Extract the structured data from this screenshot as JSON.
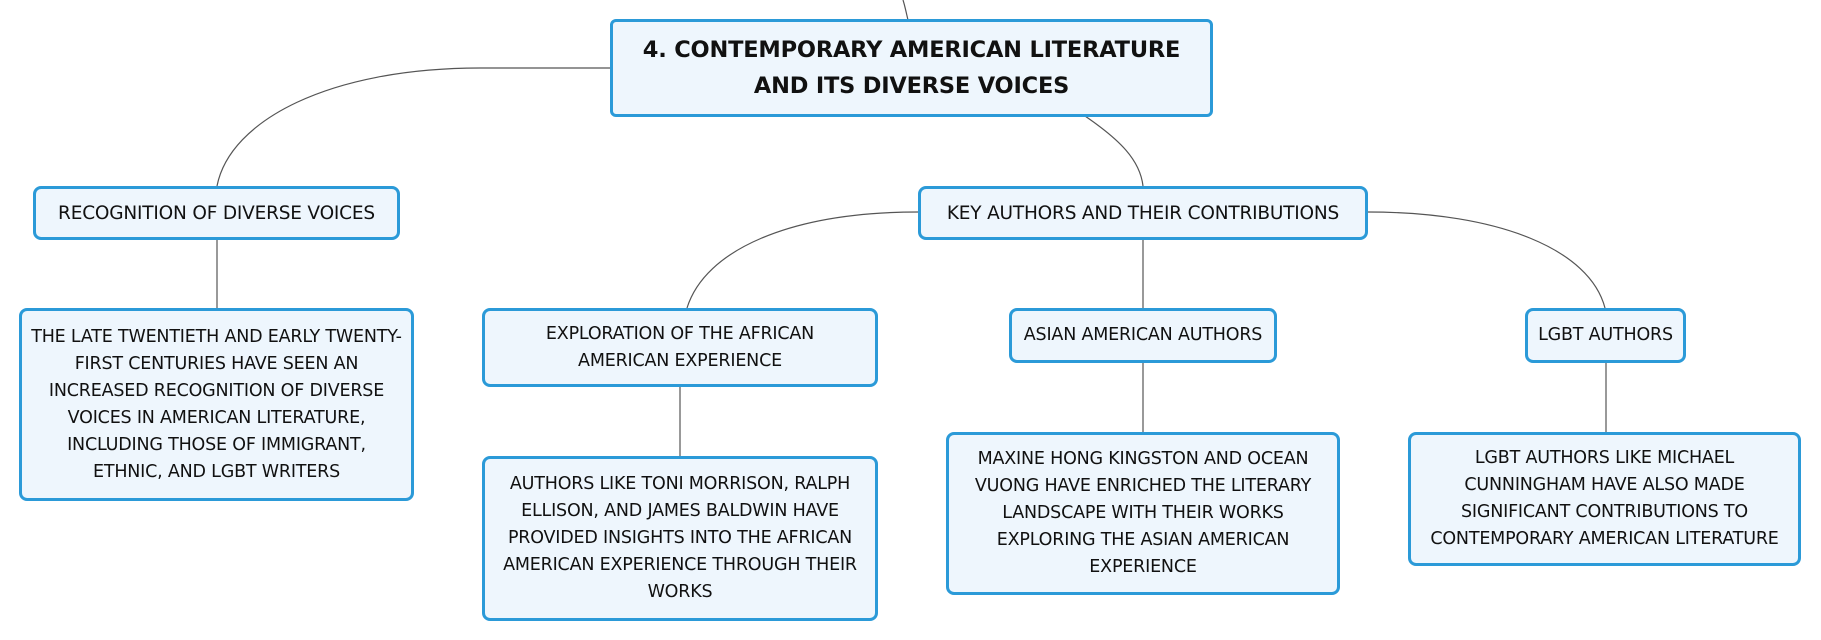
{
  "diagram": {
    "root": {
      "text": "4. CONTEMPORARY AMERICAN LITERATURE AND ITS DIVERSE VOICES"
    },
    "recognition": {
      "label": "RECOGNITION OF DIVERSE VOICES",
      "detail": "THE LATE TWENTIETH AND EARLY TWENTY-FIRST CENTURIES HAVE SEEN AN INCREASED RECOGNITION OF DIVERSE VOICES IN AMERICAN LITERATURE, INCLUDING THOSE OF IMMIGRANT, ETHNIC, AND LGBT WRITERS"
    },
    "key_authors": {
      "label": "KEY AUTHORS AND THEIR CONTRIBUTIONS",
      "african_american": {
        "label": "EXPLORATION OF THE AFRICAN AMERICAN EXPERIENCE",
        "detail": "AUTHORS LIKE TONI MORRISON, RALPH ELLISON, AND JAMES BALDWIN HAVE PROVIDED INSIGHTS INTO THE AFRICAN AMERICAN EXPERIENCE THROUGH THEIR WORKS"
      },
      "asian_american": {
        "label": "ASIAN AMERICAN AUTHORS",
        "detail": "MAXINE HONG KINGSTON AND OCEAN VUONG HAVE ENRICHED THE LITERARY LANDSCAPE WITH THEIR WORKS EXPLORING THE ASIAN AMERICAN EXPERIENCE"
      },
      "lgbt": {
        "label": "LGBT AUTHORS",
        "detail": "LGBT AUTHORS LIKE MICHAEL CUNNINGHAM HAVE ALSO MADE SIGNIFICANT CONTRIBUTIONS TO CONTEMPORARY AMERICAN LITERATURE"
      }
    }
  },
  "colors": {
    "node_border": "#2b9ad8",
    "node_fill": "#eef6fd",
    "connector": "#555555",
    "text": "#111111"
  }
}
